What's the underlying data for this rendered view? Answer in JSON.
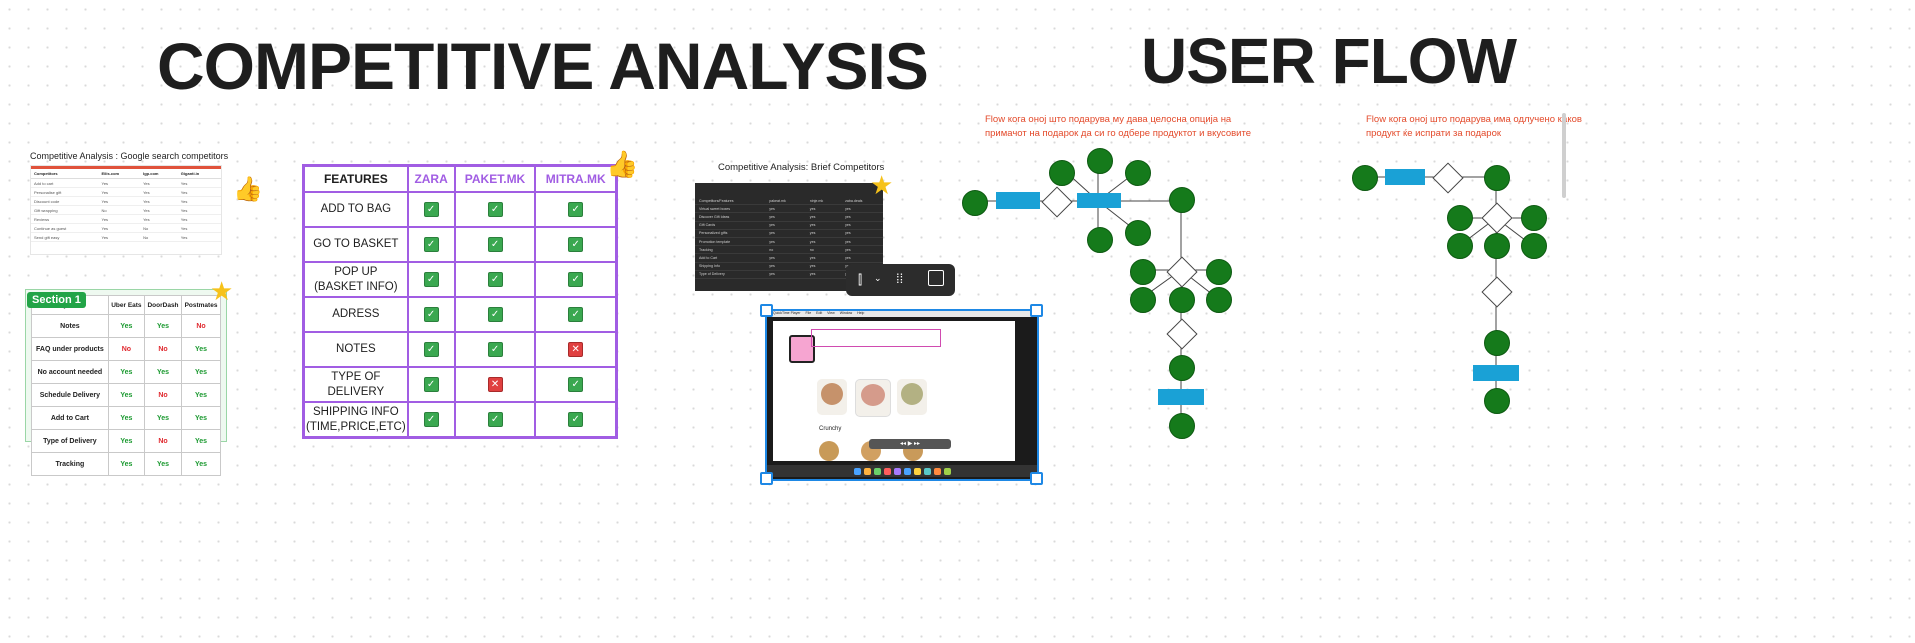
{
  "headings": {
    "competitive": "COMPETITIVE ANALYSIS",
    "userflow": "USER FLOW"
  },
  "google_card": {
    "title": "Competitive Analysis : Google search competitors",
    "headers": [
      "Competitors",
      "Ellis.com",
      "Igp.com",
      "Giganti.in"
    ],
    "rows": [
      [
        "Add to cart",
        "Yes",
        "Yes",
        "Yes"
      ],
      [
        "Personalise gift",
        "Yes",
        "Yes",
        "Yes"
      ],
      [
        "Discount code",
        "Yes",
        "Yes",
        "Yes"
      ],
      [
        "Gift wrapping",
        "No",
        "Yes",
        "Yes"
      ],
      [
        "Reviews",
        "Yes",
        "Yes",
        "Yes"
      ],
      [
        "Continue as guest",
        "Yes",
        "No",
        "Yes"
      ],
      [
        "Send gift easy",
        "Yes",
        "No",
        "Yes"
      ]
    ]
  },
  "section_table": {
    "badge": "Section 1",
    "corner_header": "ysis",
    "headers": [
      "Uber Eats",
      "DoorDash",
      "Postmates"
    ],
    "rows": [
      {
        "feature": "Notes",
        "values": [
          "Yes",
          "Yes",
          "No"
        ]
      },
      {
        "feature": "FAQ under products",
        "values": [
          "No",
          "No",
          "Yes"
        ]
      },
      {
        "feature": "No account needed",
        "values": [
          "Yes",
          "Yes",
          "Yes"
        ]
      },
      {
        "feature": "Schedule Delivery",
        "values": [
          "Yes",
          "No",
          "Yes"
        ]
      },
      {
        "feature": "Add to Cart",
        "values": [
          "Yes",
          "Yes",
          "Yes"
        ]
      },
      {
        "feature": "Type of Delivery",
        "values": [
          "Yes",
          "No",
          "Yes"
        ]
      },
      {
        "feature": "Tracking",
        "values": [
          "Yes",
          "Yes",
          "Yes"
        ]
      }
    ]
  },
  "features_table": {
    "headers": [
      "FEATURES",
      "ZARA",
      "PAKET.MK",
      "MITRA.MK"
    ],
    "rows": [
      {
        "feature": "ADD TO BAG",
        "values": [
          "check",
          "check",
          "check"
        ]
      },
      {
        "feature": "GO TO BASKET",
        "values": [
          "check",
          "check",
          "check"
        ]
      },
      {
        "feature": "POP UP\n(BASKET INFO)",
        "values": [
          "check",
          "check",
          "check"
        ]
      },
      {
        "feature": "ADRESS",
        "values": [
          "check",
          "check",
          "check"
        ]
      },
      {
        "feature": "NOTES",
        "values": [
          "check",
          "check",
          "cross"
        ]
      },
      {
        "feature": "TYPE OF DELIVERY",
        "values": [
          "check",
          "cross",
          "check"
        ]
      },
      {
        "feature": "SHIPPING INFO\n(TIME,PRICE,ETC)",
        "values": [
          "check",
          "check",
          "check"
        ]
      }
    ]
  },
  "brief": {
    "title": "Competitive Analysis: Brief Competitors",
    "headers": [
      "Competitors/Features",
      "pakeat.mk",
      "ninje.mk",
      "zaba.deals"
    ],
    "rows": [
      [
        "Virtual sweet boxes",
        "yes",
        "yes",
        "yes"
      ],
      [
        "Discover Gift Ideas",
        "yes",
        "yes",
        "yes"
      ],
      [
        "Gift Cards",
        "yes",
        "yes",
        "yes"
      ],
      [
        "Personalized gifts",
        "yes",
        "yes",
        "yes"
      ],
      [
        "Promotion template",
        "yes",
        "yes",
        "yes"
      ],
      [
        "Tracking",
        "no",
        "no",
        "yes"
      ],
      [
        "Add to Cart",
        "yes",
        "yes",
        "yes"
      ],
      [
        "Shipping Info",
        "yes",
        "yes",
        "yes"
      ],
      [
        "Type of Delivery",
        "yes",
        "yes",
        "yes"
      ]
    ]
  },
  "toolbar": {
    "align_icon": "align-left-icon",
    "chevron_icon": "chevron-down-icon",
    "grid_icon": "grid-dots-icon",
    "frame_icon": "frame-icon"
  },
  "video_shot": {
    "menu": [
      "QuickTime Player",
      "File",
      "Edit",
      "View",
      "Window",
      "Help"
    ],
    "category": "Crunchy"
  },
  "flows": {
    "note_left": "Flow кога оној што подарува му дава целосна опција на\nпримачот на подарок да си го одбере продуктот и вкусовите",
    "note_right": "Flow кога оној што подарува има одлучено каков\nпродукт ќе испрати за подарок"
  },
  "colors": {
    "accent_purple": "#a15de3",
    "section_green": "#22a447",
    "selection_blue": "#1e88e5",
    "flow_green": "#157a1b",
    "flow_blue": "#1aa1d6",
    "note_red": "#e34a2b"
  }
}
